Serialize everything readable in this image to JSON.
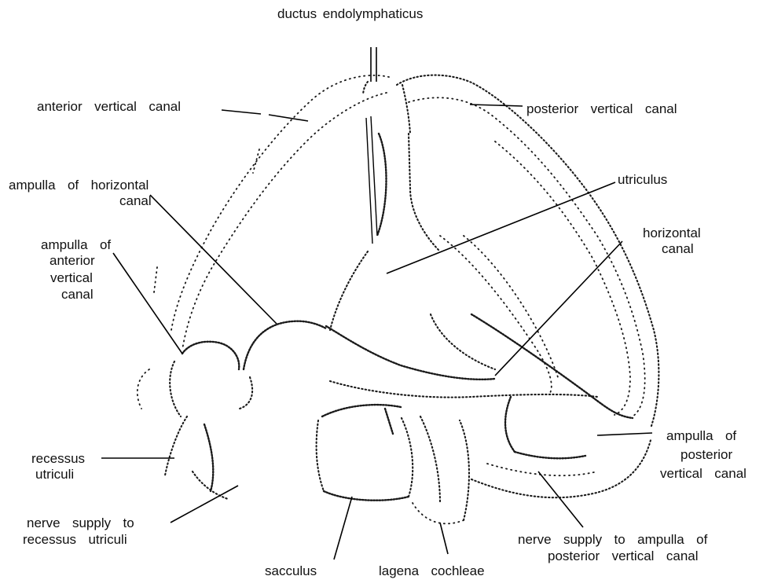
{
  "labels": {
    "ductus_endolymphaticus": "ductus endolymphaticus",
    "anterior_vertical_canal": "anterior  vertical  canal",
    "posterior_vertical_canal": "posterior  vertical  canal",
    "ampulla_horizontal_canal_1": "ampulla  of  horizontal",
    "ampulla_horizontal_canal_2": "canal",
    "utriculus": "utriculus",
    "horizontal_canal_1": "horizontal",
    "horizontal_canal_2": "canal",
    "ampulla_anterior_1": "ampulla  of",
    "ampulla_anterior_2": "anterior",
    "ampulla_anterior_3": "vertical",
    "ampulla_anterior_4": "canal",
    "recessus_utriculi_1": "recessus",
    "recessus_utriculi_2": "utriculi",
    "ampulla_posterior_1": "ampulla  of",
    "ampulla_posterior_2": "posterior",
    "ampulla_posterior_3": "vertical  canal",
    "nerve_recessus_1": "nerve  supply  to",
    "nerve_recessus_2": "recessus  utriculi",
    "nerve_ampulla_1": "nerve  supply  to  ampulla  of",
    "nerve_ampulla_2": "posterior  vertical  canal",
    "sacculus": "sacculus",
    "lagena_cochleae": "lagena  cochleae"
  }
}
